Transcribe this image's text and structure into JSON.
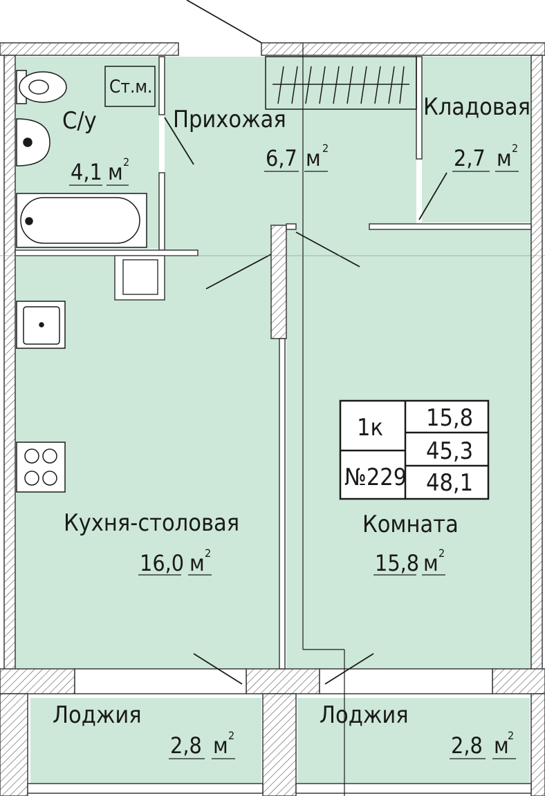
{
  "colors": {
    "floor": "#cde8d8",
    "wall_stroke": "#3a3a3a",
    "wall_fill": "#ffffff",
    "line": "#1a1a1a"
  },
  "rooms": {
    "bathroom": {
      "name": "С/у",
      "area": "4,1",
      "unit": "м",
      "sup": "2",
      "tag": "Ст.м."
    },
    "hallway": {
      "name": "Прихожая",
      "area": "6,7",
      "unit": "м",
      "sup": "2"
    },
    "storage": {
      "name": "Кладовая",
      "area": "2,7",
      "unit": "м",
      "sup": "2"
    },
    "kitchen": {
      "name": "Кухня-столовая",
      "area": "16,0",
      "unit": "м",
      "sup": "2"
    },
    "room": {
      "name": "Комната",
      "area": "15,8",
      "unit": "м",
      "sup": "2"
    },
    "loggia_left": {
      "name": "Лоджия",
      "area": "2,8",
      "unit": "м",
      "sup": "2"
    },
    "loggia_right": {
      "name": "Лоджия",
      "area": "2,8",
      "unit": "м",
      "sup": "2"
    }
  },
  "summary": {
    "type": "1к",
    "number": "№229",
    "living_area": "15,8",
    "total_area": "45,3",
    "total_with_loggia": "48,1"
  }
}
